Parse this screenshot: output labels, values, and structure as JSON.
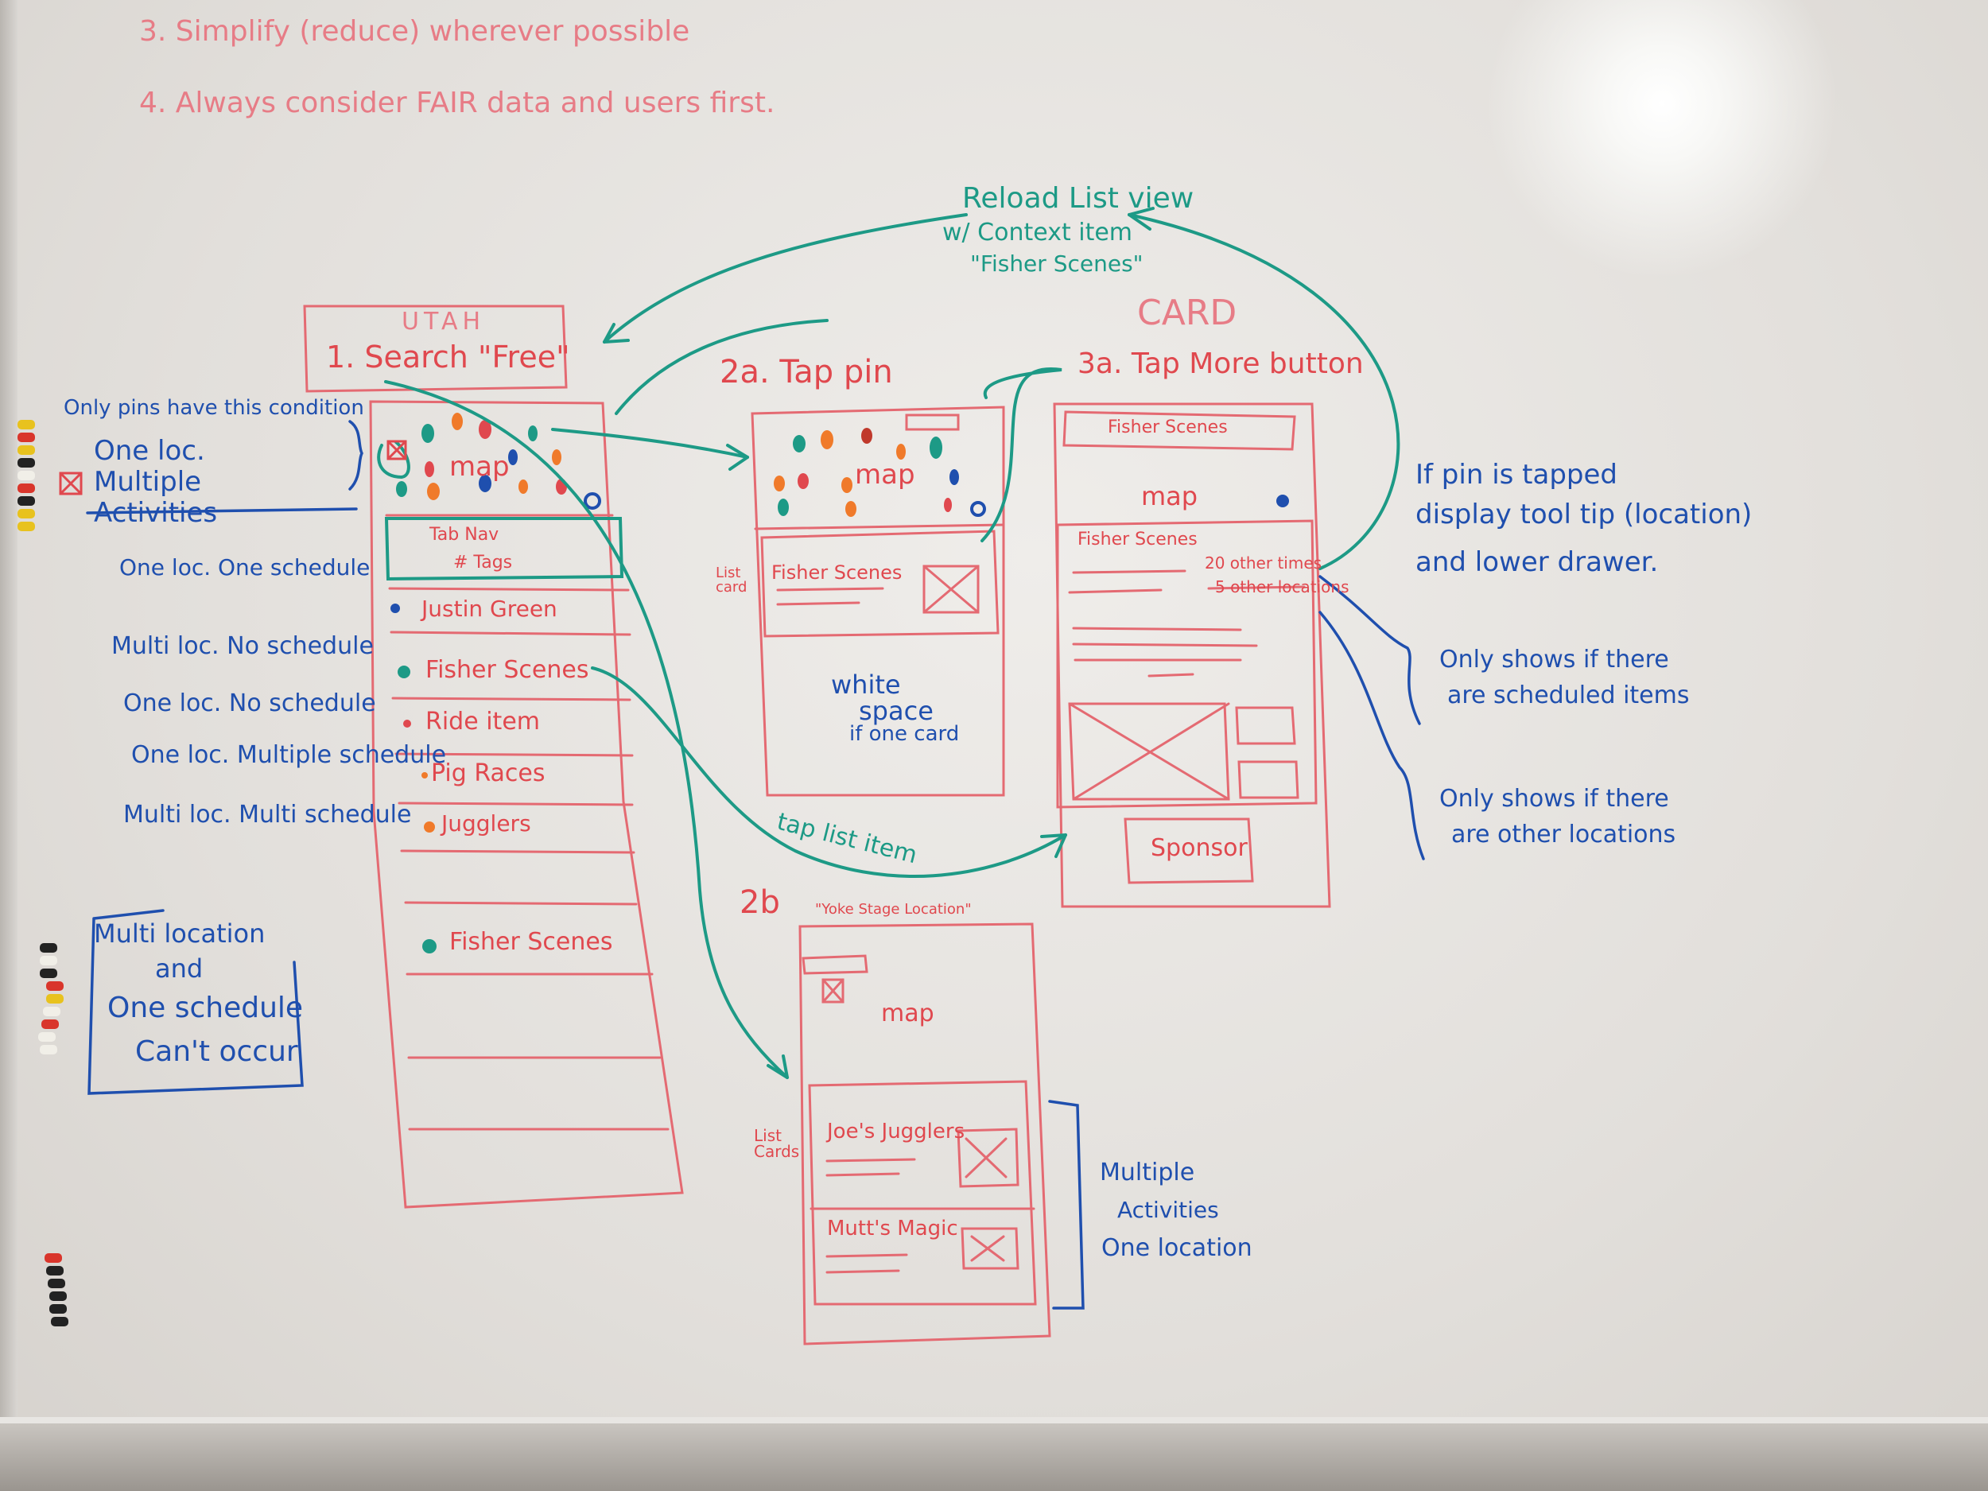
{
  "notes": {
    "rule3": "3. Simplify (reduce) wherever possible",
    "rule4": "4. Always consider FAIR data and users first.",
    "utah": "UTAH",
    "step1": "1. Search \"Free\"",
    "step2a": "2a. Tap pin",
    "step3a": "3a. Tap More button",
    "card": "CARD",
    "step2b": "2b",
    "reload": "Reload List view",
    "reload2": "w/ Context item",
    "reload3": "\"Fisher Scenes\"",
    "tap_list": "tap list item"
  },
  "legend": {
    "pins_note": "Only pins have this condition",
    "one_loc_multi": "One loc. Multiple Activities",
    "items": [
      "One loc. One schedule",
      "Multi loc. No schedule",
      "One loc. No schedule",
      "One loc. Multiple schedule",
      "Multi loc. Multi schedule"
    ],
    "box": [
      "Multi location",
      "and",
      "One schedule",
      "Can't occur"
    ]
  },
  "screen1": {
    "map": "map",
    "tab_nav": "Tab Nav",
    "tags": "# Tags",
    "list": [
      "Justin Green",
      "Fisher Scenes",
      "Ride item",
      "Pig Races",
      "Jugglers"
    ],
    "extra": "Fisher Scenes"
  },
  "screen2a": {
    "map": "map",
    "list_card": "List card",
    "card_title": "Fisher Scenes",
    "whitespace": [
      "white",
      "space",
      "if one card"
    ]
  },
  "screen3a": {
    "header": "Fisher Scenes",
    "map": "map",
    "card_title": "Fisher Scenes",
    "times": "20 other times",
    "locations": "5 other locations",
    "sponsor": "Sponsor"
  },
  "screen2b": {
    "title": "\"Yoke Stage Location\"",
    "map": "map",
    "list_cards": "List Cards",
    "card1": "Joe's Jugglers",
    "card2": "Mutt's Magic"
  },
  "annotations": {
    "tooltip": [
      "If pin is tapped",
      "display tool tip (location)",
      "and lower drawer."
    ],
    "schedule": [
      "Only shows if there",
      "are scheduled items"
    ],
    "locations": [
      "Only shows if there",
      "are other locations"
    ],
    "multi": [
      "Multiple",
      "Activities",
      "One location"
    ]
  }
}
